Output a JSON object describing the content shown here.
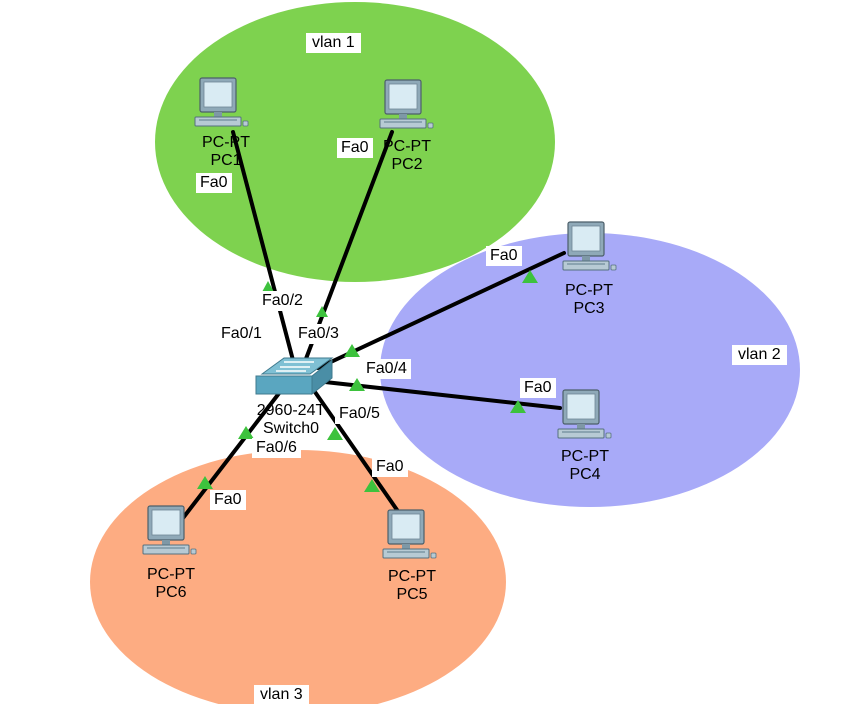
{
  "vlans": [
    {
      "id": "vlan1",
      "label": "vlan 1",
      "color": "#7ed24f"
    },
    {
      "id": "vlan2",
      "label": "vlan 2",
      "color": "#a8aaf8"
    },
    {
      "id": "vlan3",
      "label": "vlan 3",
      "color": "#fdac82"
    }
  ],
  "switch": {
    "model": "2960-24T",
    "name": "Switch0",
    "body_color": "#5aa6c0"
  },
  "pcs": [
    {
      "id": "pc1",
      "model": "PC-PT",
      "name": "PC1",
      "port": "Fa0",
      "switch_port": "Fa0/1"
    },
    {
      "id": "pc2",
      "model": "PC-PT",
      "name": "PC2",
      "port": "Fa0",
      "switch_port": "Fa0/2"
    },
    {
      "id": "pc3",
      "model": "PC-PT",
      "name": "PC3",
      "port": "Fa0",
      "switch_port": "Fa0/3"
    },
    {
      "id": "pc4",
      "model": "PC-PT",
      "name": "PC4",
      "port": "Fa0",
      "switch_port": "Fa0/4"
    },
    {
      "id": "pc5",
      "model": "PC-PT",
      "name": "PC5",
      "port": "Fa0",
      "switch_port": "Fa0/5"
    },
    {
      "id": "pc6",
      "model": "PC-PT",
      "name": "PC6",
      "port": "Fa0",
      "switch_port": "Fa0/6"
    }
  ],
  "link_indicator_color": "#3dc23d"
}
